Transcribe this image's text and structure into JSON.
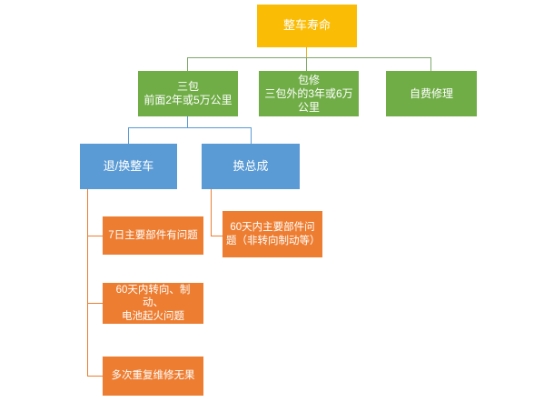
{
  "diagram": {
    "title": "整车寿命",
    "type": "flowchart",
    "colors": {
      "root": "#FBBC05",
      "level1": "#70AD47",
      "level2": "#5B9BD5",
      "leaf": "#ED7D31",
      "background": "#FFFFFF",
      "text": "#FFFFFF"
    },
    "nodes": {
      "root": {
        "label": "整车寿命",
        "level": "root"
      },
      "level1": [
        {
          "label": "三包\n前面2年或5万公里",
          "level": "level1"
        },
        {
          "label": "包修\n三包外的3年或6万\n公里",
          "level": "level1"
        },
        {
          "label": "自费修理",
          "level": "level1"
        }
      ],
      "level2": [
        {
          "label": "退/换整车",
          "level": "level2"
        },
        {
          "label": "换总成",
          "level": "level2"
        }
      ],
      "leaves_left": [
        {
          "label": "7日主要部件有问题",
          "level": "leaf"
        },
        {
          "label": "60天内转向、制动、\n电池起火问题",
          "level": "leaf"
        },
        {
          "label": "多次重复维修无果",
          "level": "leaf"
        }
      ],
      "leaves_right": [
        {
          "label": "60天内主要部件问\n题（非转向制动等）",
          "level": "leaf"
        }
      ]
    }
  }
}
